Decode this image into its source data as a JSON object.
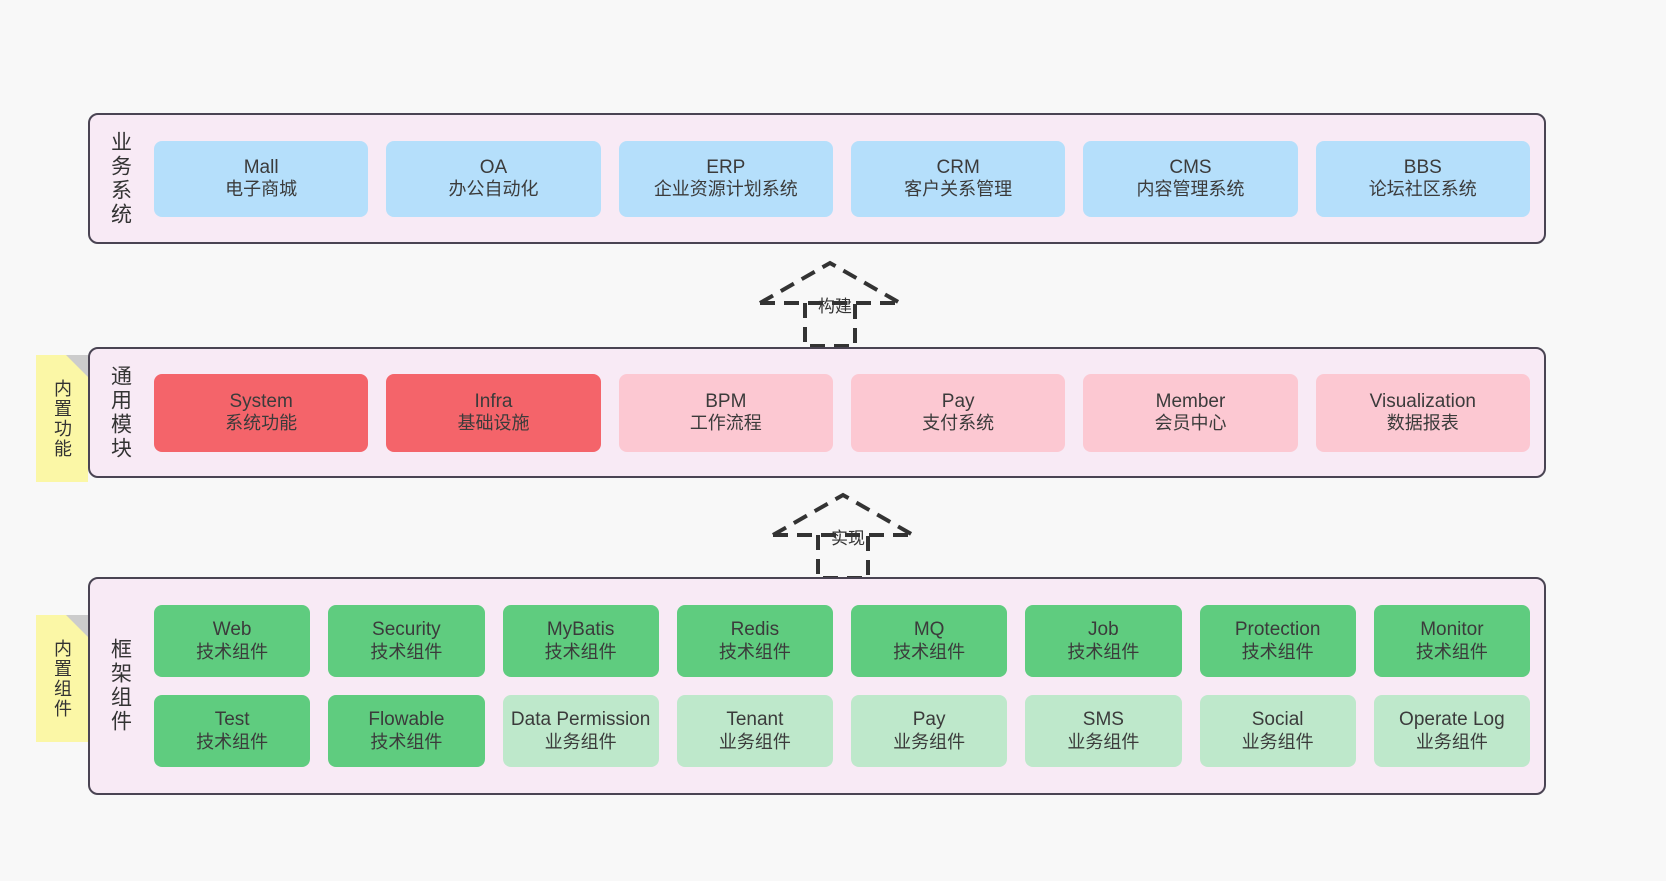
{
  "diagram": {
    "background_color": "#f8f8f8",
    "panel_fill": "#f8eaf5",
    "panel_border": "#4a4453",
    "sticky_color": "#fbf7a6"
  },
  "layers": [
    {
      "title": "业务系统",
      "cards": [
        {
          "en": "Mall",
          "cn": "电子商城",
          "color": "#b5dffb"
        },
        {
          "en": "OA",
          "cn": "办公自动化",
          "color": "#b5dffb"
        },
        {
          "en": "ERP",
          "cn": "企业资源计划系统",
          "color": "#b5dffb"
        },
        {
          "en": "CRM",
          "cn": "客户关系管理",
          "color": "#b5dffb"
        },
        {
          "en": "CMS",
          "cn": "内容管理系统",
          "color": "#b5dffb"
        },
        {
          "en": "BBS",
          "cn": "论坛社区系统",
          "color": "#b5dffb"
        }
      ]
    },
    {
      "title": "通用模块",
      "sticky": "内置功能",
      "cards": [
        {
          "en": "System",
          "cn": "系统功能",
          "color": "#f4646a"
        },
        {
          "en": "Infra",
          "cn": "基础设施",
          "color": "#f4646a"
        },
        {
          "en": "BPM",
          "cn": "工作流程",
          "color": "#fcc8d2"
        },
        {
          "en": "Pay",
          "cn": "支付系统",
          "color": "#fcc8d2"
        },
        {
          "en": "Member",
          "cn": "会员中心",
          "color": "#fcc8d2"
        },
        {
          "en": "Visualization",
          "cn": "数据报表",
          "color": "#fcc8d2"
        }
      ]
    },
    {
      "title": "框架组件",
      "sticky": "内置组件",
      "rows": [
        [
          {
            "en": "Web",
            "cn": "技术组件",
            "color": "#5fcc7f"
          },
          {
            "en": "Security",
            "cn": "技术组件",
            "color": "#5fcc7f"
          },
          {
            "en": "MyBatis",
            "cn": "技术组件",
            "color": "#5fcc7f"
          },
          {
            "en": "Redis",
            "cn": "技术组件",
            "color": "#5fcc7f"
          },
          {
            "en": "MQ",
            "cn": "技术组件",
            "color": "#5fcc7f"
          },
          {
            "en": "Job",
            "cn": "技术组件",
            "color": "#5fcc7f"
          },
          {
            "en": "Protection",
            "cn": "技术组件",
            "color": "#5fcc7f"
          },
          {
            "en": "Monitor",
            "cn": "技术组件",
            "color": "#5fcc7f"
          }
        ],
        [
          {
            "en": "Test",
            "cn": "技术组件",
            "color": "#5fcc7f"
          },
          {
            "en": "Flowable",
            "cn": "技术组件",
            "color": "#5fcc7f"
          },
          {
            "en": "Data Permission",
            "cn": "业务组件",
            "color": "#bee8cb"
          },
          {
            "en": "Tenant",
            "cn": "业务组件",
            "color": "#bee8cb"
          },
          {
            "en": "Pay",
            "cn": "业务组件",
            "color": "#bee8cb"
          },
          {
            "en": "SMS",
            "cn": "业务组件",
            "color": "#bee8cb"
          },
          {
            "en": "Social",
            "cn": "业务组件",
            "color": "#bee8cb"
          },
          {
            "en": "Operate Log",
            "cn": "业务组件",
            "color": "#bee8cb"
          }
        ]
      ]
    }
  ],
  "connectors": [
    {
      "label": "构建"
    },
    {
      "label": "实现"
    }
  ]
}
